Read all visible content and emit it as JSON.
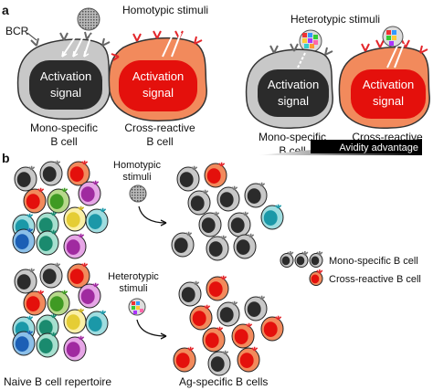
{
  "panel_a": {
    "panel_label": "a",
    "homotypic_title": "Homotypic stimuli",
    "heterotypic_title": "Heterotypic stimuli",
    "bcr_label": "BCR",
    "signal_line1": "Activation",
    "signal_line2": "signal",
    "mono_line1": "Mono-specific",
    "mono_line2": "B cell",
    "cross_line1": "Cross-reactive",
    "cross_line2": "B cell",
    "avidity_label": "Avidity advantage"
  },
  "panel_b": {
    "panel_label": "b",
    "homotypic_line1": "Homotypic",
    "homotypic_line2": "stimuli",
    "heterotypic_line1": "Heterotypic",
    "heterotypic_line2": "stimuli",
    "naive_label": "Naive B cell repertoire",
    "ag_label": "Ag-specific B cells",
    "legend_mono": "Mono-specific B cell",
    "legend_cross": "Cross-reactive B cell"
  },
  "colors": {
    "cross_fill": "#f28a5c",
    "cross_nucleus": "#e4100c",
    "mono_fill": "#c8c8c8",
    "mono_nucleus": "#2b2b2b",
    "receptor_red": "#e3262b",
    "receptor_gray": "#777777"
  }
}
